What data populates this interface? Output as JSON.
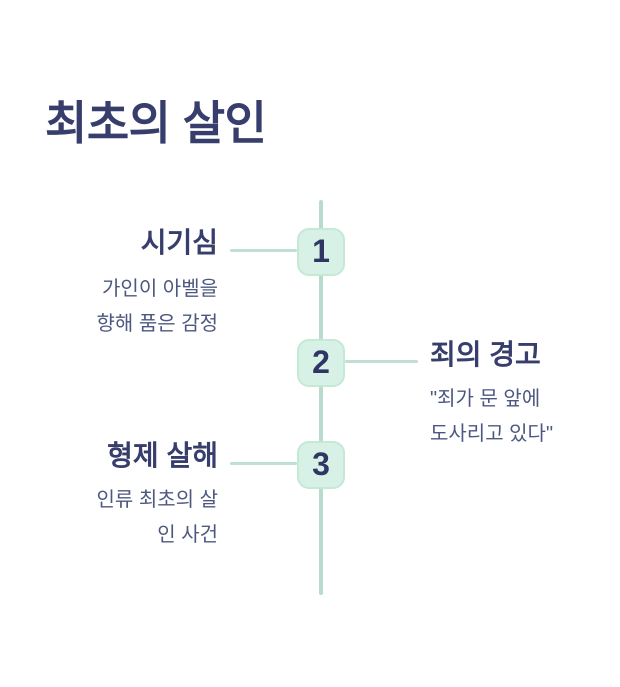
{
  "page": {
    "title": "최초의 살인",
    "background_color": "#ffffff"
  },
  "colors": {
    "heading": "#373e6b",
    "number": "#2f3663",
    "description": "#4d5880",
    "timeline_line": "#b8dbce",
    "connector_line": "#bfdfd2",
    "node_fill": "#d8f1e6",
    "node_border": "#c6e8d7"
  },
  "timeline": {
    "orientation": "vertical",
    "items": [
      {
        "number": "1",
        "side": "left",
        "label": "시기심",
        "description": "가인이 아벨을 향해 품은 감정",
        "desc_lines": [
          "가인이 아벨을",
          "향해 품은 감정"
        ]
      },
      {
        "number": "2",
        "side": "right",
        "label": "죄의 경고",
        "description": "\"죄가 문 앞에 도사리고 있다\"",
        "desc_lines": [
          "\"죄가 문 앞에",
          "도사리고 있다\""
        ]
      },
      {
        "number": "3",
        "side": "left",
        "label": "형제 살해",
        "description": "인류 최초의 살인 사건",
        "desc_lines": [
          "인류 최초의 살",
          "인 사건"
        ]
      }
    ]
  }
}
